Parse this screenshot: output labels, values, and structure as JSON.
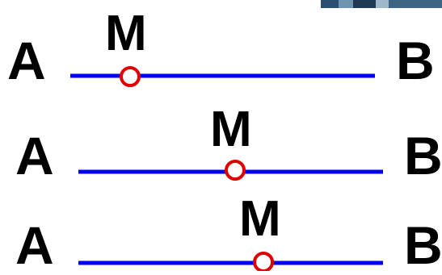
{
  "colors": {
    "segment": "#0000ee",
    "point_outline": "#e00000",
    "point_fill": "#ffffff",
    "text": "#000000",
    "corner_strip": [
      "#2b4f6e",
      "#6f94b0",
      "#1f3a54",
      "#9fb8c9",
      "#3e6582"
    ]
  },
  "rows": [
    {
      "left_label": "A",
      "right_label": "B",
      "point_label": "M"
    },
    {
      "left_label": "A",
      "right_label": "B",
      "point_label": "M"
    },
    {
      "left_label": "A",
      "right_label": "B",
      "point_label": "M"
    }
  ]
}
